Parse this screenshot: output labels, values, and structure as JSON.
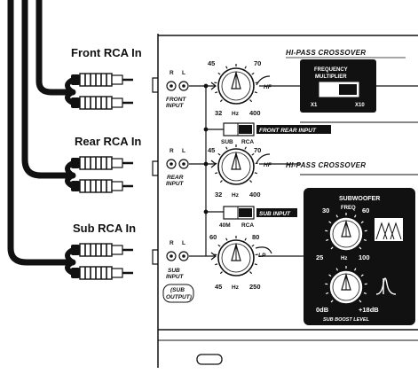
{
  "labels": {
    "front_rca_in": "Front RCA In",
    "rear_rca_in": "Rear RCA In",
    "sub_rca_in": "Sub RCA In"
  },
  "jacks": {
    "right": "R",
    "left": "L",
    "front_input": "FRONT\nINPUT",
    "rear_input": "REAR\nINPUT",
    "sub_input": "SUB\nINPUT",
    "sub_output": "(SUB\nOUTPUT)"
  },
  "front_section": {
    "title": "HI-PASS CROSSOVER",
    "knob_min_label": "45",
    "knob_max_label": "70",
    "scale_low": "32",
    "scale_unit": "Hz",
    "scale_high": "400",
    "slope_label": "HF",
    "freq_box_line1": "FREQUENCY",
    "freq_box_line2": "MULTIPLIER",
    "freq_x1": "X1",
    "freq_x10": "X10"
  },
  "switch_front_rear": {
    "left": "SUB",
    "right": "RCA",
    "caption": "FRONT REAR INPUT"
  },
  "rear_section": {
    "title": "HI-PASS CROSSOVER",
    "knob_min_label": "45",
    "knob_max_label": "70",
    "scale_low": "32",
    "scale_unit": "Hz",
    "scale_high": "400",
    "slope_label": "HF"
  },
  "switch_sub": {
    "left": "40M",
    "right": "RCA",
    "caption": "SUB INPUT"
  },
  "sub_lp": {
    "knob_min_label": "60",
    "knob_max_label": "80",
    "scale_low": "45",
    "scale_unit": "Hz",
    "scale_high": "250",
    "slope_label": "LP"
  },
  "subwoofer": {
    "title": "SUBWOOFER",
    "freq_label": "FREQ",
    "freq_min": "30",
    "freq_max": "60",
    "freq_low": "25",
    "freq_unit": "Hz",
    "freq_high": "100",
    "boost_min": "0dB",
    "boost_max": "+18dB",
    "boost_caption": "SUB BOOST LEVEL"
  }
}
